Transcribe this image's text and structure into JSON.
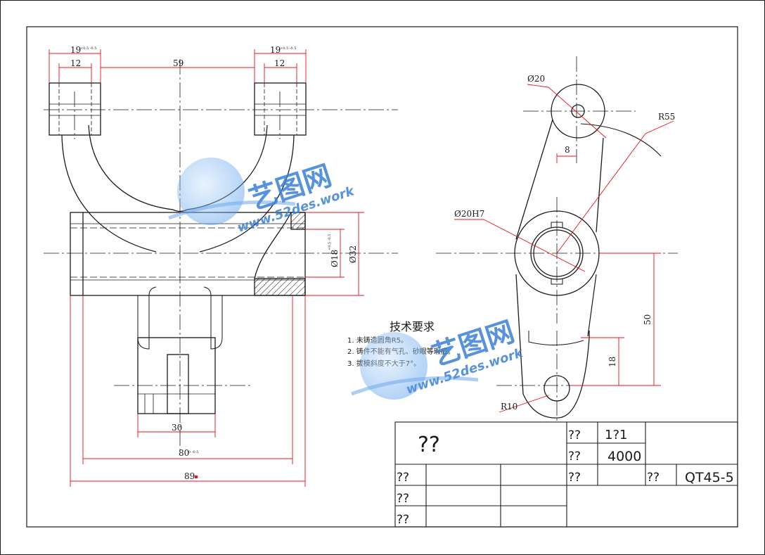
{
  "dimensions": {
    "top_left_outer": "19",
    "top_left_outer_tol": "+0.5 -0.5",
    "top_left_inner": "12",
    "top_center": "59",
    "top_right_outer": "19",
    "top_right_outer_tol": "+0.5 -0.5",
    "top_right_inner": "12",
    "bore_small": "Ø18",
    "bore_small_tol": "+0.5 -0.5",
    "bore_large": "Ø32",
    "bottom_30": "30",
    "bottom_80": "80",
    "bottom_80_tol": "0 -0.5",
    "bottom_89": "89",
    "side_d20": "Ø20",
    "side_r55": "R55",
    "side_8": "8",
    "side_d20h7": "Ø20H7",
    "side_50": "50",
    "side_18": "18",
    "side_r10": "R10"
  },
  "notes": {
    "title": "技术要求",
    "lines": [
      "1. 未铸造圆角R5。",
      "2. 铸件不能有气孔、砂眼等瑕疵。",
      "3. 拔模斜度不大于7°。"
    ]
  },
  "title_block": {
    "name": "??",
    "scale_label": "??",
    "scale_value": "1?1",
    "qty_label": "??",
    "qty_value": "4000",
    "r3_label": "??",
    "material_label": "??",
    "material_value": "QT45-5",
    "row1_label": "??",
    "row2_label": "??",
    "row3_label": "??"
  },
  "watermark": {
    "cn": "艺图网",
    "url": "www.52des.work"
  },
  "colors": {
    "line": "#1a1a1a",
    "dimension": "#e8101a",
    "watermark": "#3a7fd6"
  }
}
